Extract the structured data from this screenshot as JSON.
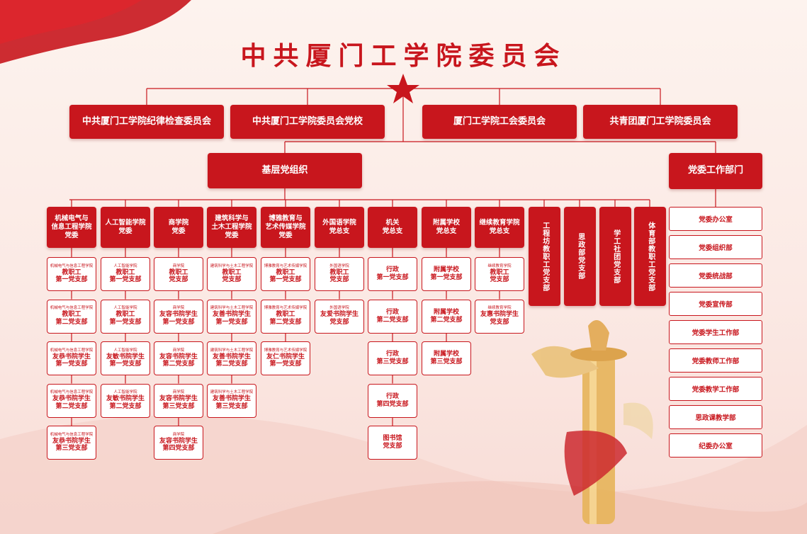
{
  "title": "中共厦门工学院委员会",
  "top_boxes": [
    "中共厦门工学院纪律检查委员会",
    "中共厦门工学院委员会党校",
    "厦门工学院工会委员会",
    "共青团厦门工学院委员会"
  ],
  "base_org": "基层党组织",
  "work_dept": "党委工作部门",
  "columns": [
    {
      "head": "机械电气与\n信息工程学院\n党委",
      "subs": [
        {
          "s": "机械电气与信息工程学院",
          "m": "教职工\n第一党支部"
        },
        {
          "s": "机械电气与信息工程学院",
          "m": "教职工\n第二党支部"
        },
        {
          "s": "机械电气与信息工程学院",
          "m": "友恭书院学生\n第一党支部"
        },
        {
          "s": "机械电气与信息工程学院",
          "m": "友恭书院学生\n第二党支部"
        },
        {
          "s": "机械电气与信息工程学院",
          "m": "友恭书院学生\n第三党支部"
        }
      ]
    },
    {
      "head": "人工智能学院\n党委",
      "subs": [
        {
          "s": "人工智能学院",
          "m": "教职工\n第一党支部"
        },
        {
          "s": "人工智能学院",
          "m": "教职工\n第一党支部"
        },
        {
          "s": "人工智能学院",
          "m": "友敏书院学生\n第一党支部"
        },
        {
          "s": "人工智能学院",
          "m": "友敏书院学生\n第二党支部"
        }
      ]
    },
    {
      "head": "商学院\n党委",
      "subs": [
        {
          "s": "商学院",
          "m": "教职工\n党支部"
        },
        {
          "s": "商学院",
          "m": "友容书院学生\n第一党支部"
        },
        {
          "s": "商学院",
          "m": "友容书院学生\n第二党支部"
        },
        {
          "s": "商学院",
          "m": "友容书院学生\n第三党支部"
        },
        {
          "s": "商学院",
          "m": "友容书院学生\n第四党支部"
        }
      ]
    },
    {
      "head": "建筑科学与\n土木工程学院\n党委",
      "subs": [
        {
          "s": "建筑科学与土木工程学院",
          "m": "教职工\n党支部"
        },
        {
          "s": "建筑科学与土木工程学院",
          "m": "友善书院学生\n第一党支部"
        },
        {
          "s": "建筑科学与土木工程学院",
          "m": "友善书院学生\n第二党支部"
        },
        {
          "s": "建筑科学与土木工程学院",
          "m": "友善书院学生\n第三党支部"
        }
      ]
    },
    {
      "head": "博雅教育与\n艺术传媒学院\n党委",
      "subs": [
        {
          "s": "博雅教育与艺术传媒学院",
          "m": "教职工\n第一党支部"
        },
        {
          "s": "博雅教育与艺术传媒学院",
          "m": "教职工\n第二党支部"
        },
        {
          "s": "博雅教育与艺术传媒学院",
          "m": "友仁书院学生\n第一党支部"
        }
      ]
    },
    {
      "head": "外国语学院\n党总支",
      "subs": [
        {
          "s": "外国语学院",
          "m": "教职工\n党支部"
        },
        {
          "s": "外国语学院",
          "m": "友爱书院学生\n党支部"
        }
      ]
    },
    {
      "head": "机关\n党总支",
      "subs": [
        {
          "s": "",
          "m": "行政\n第一党支部"
        },
        {
          "s": "",
          "m": "行政\n第二党支部"
        },
        {
          "s": "",
          "m": "行政\n第三党支部"
        },
        {
          "s": "",
          "m": "行政\n第四党支部"
        },
        {
          "s": "",
          "m": "图书馆\n党支部"
        }
      ]
    },
    {
      "head": "附属学校\n党总支",
      "subs": [
        {
          "s": "",
          "m": "附属学校\n第一党支部"
        },
        {
          "s": "",
          "m": "附属学校\n第二党支部"
        },
        {
          "s": "",
          "m": "附属学校\n第三党支部"
        }
      ]
    },
    {
      "head": "继续教育学院\n党总支",
      "subs": [
        {
          "s": "继续教育学院",
          "m": "教职工\n党支部"
        },
        {
          "s": "继续教育学院",
          "m": "友惠书院学生\n党支部"
        }
      ]
    }
  ],
  "vertical_heads": [
    "工程坊教职工党支部",
    "思政部党支部",
    "学工社团党支部",
    "体育部教职工党支部"
  ],
  "depts": [
    "党委办公室",
    "党委组织部",
    "党委统战部",
    "党委宣传部",
    "党委学生工作部",
    "党委教师工作部",
    "党委教学工作部",
    "思政课教学部",
    "纪委办公室"
  ],
  "colors": {
    "accent": "#c8161d",
    "background": "#fbe9e4"
  }
}
